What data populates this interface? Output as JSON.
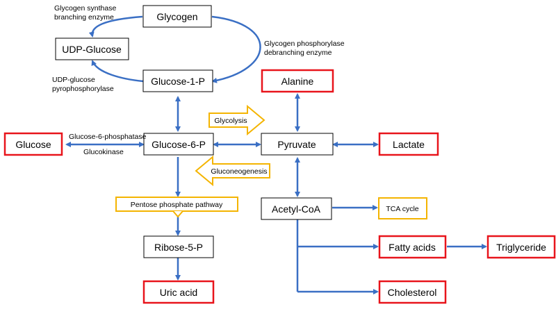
{
  "nodes": {
    "glycogen": "Glycogen",
    "udp_glucose": "UDP-Glucose",
    "glucose_1p": "Glucose-1-P",
    "glucose": "Glucose",
    "glucose_6p": "Glucose-6-P",
    "pyruvate": "Pyruvate",
    "alanine": "Alanine",
    "lactate": "Lactate",
    "acetyl_coa": "Acetyl-CoA",
    "tca_cycle": "TCA cycle",
    "ribose_5p": "Ribose-5-P",
    "uric_acid": "Uric acid",
    "fatty_acids": "Fatty acids",
    "triglyceride": "Triglyceride",
    "cholesterol": "Cholesterol",
    "pentose_phosphate": "Pentose phosphate pathway"
  },
  "enzymes": {
    "glycogen_synthase_line1": "Glycogen synthase",
    "glycogen_synthase_line2": "branching enzyme",
    "glycogen_phosphorylase_line1": "Glycogen phosphorylase",
    "glycogen_phosphorylase_line2": "debranching enzyme",
    "udp_pyro_line1": "UDP-glucose",
    "udp_pyro_line2": "pyrophosphorylase",
    "g6pase": "Glucose-6-phosphatase",
    "glucokinase": "Glucokinase"
  },
  "flows": {
    "glycolysis": "Glycolysis",
    "gluconeogenesis": "Gluconeogenesis"
  },
  "colors": {
    "arrow": "#3a6fc4",
    "highlight_red": "#e8141b",
    "highlight_yellow": "#f4b400"
  }
}
